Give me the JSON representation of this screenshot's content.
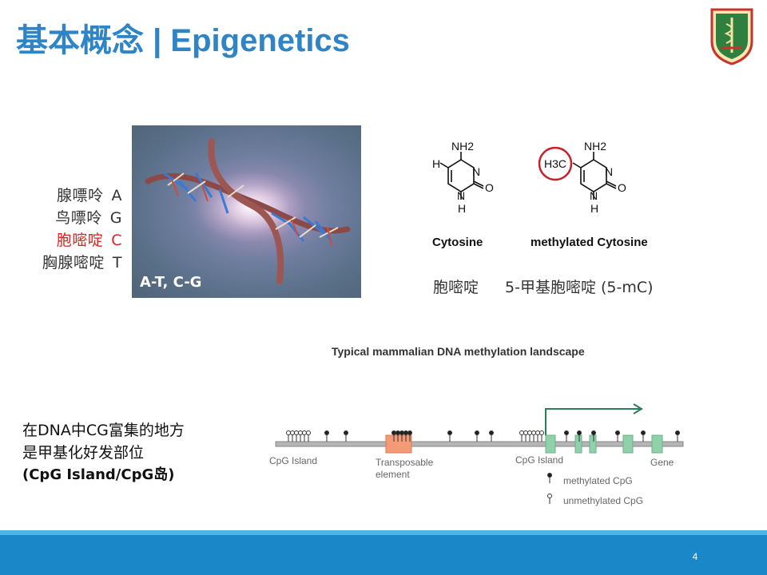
{
  "slide": {
    "title": "基本概念 | Epigenetics",
    "page_number": "4"
  },
  "dna_figure": {
    "caption": "A-T, C-G",
    "bases": [
      {
        "name": "腺嘌呤",
        "letter": "A",
        "color": "#333333"
      },
      {
        "name": "鸟嘌呤",
        "letter": "G",
        "color": "#333333"
      },
      {
        "name": "胞嘧啶",
        "letter": "C",
        "color": "#e0201d"
      },
      {
        "name": "胸腺嘧啶",
        "letter": "T",
        "color": "#333333"
      }
    ]
  },
  "chemistry": {
    "cytosine_label": "Cytosine",
    "methylated_label": "methylated Cytosine",
    "cytosine_cn": "胞嘧啶",
    "methylated_cn": "5-甲基胞嘧啶 (5-mC)",
    "nh2": "NH2",
    "n": "N",
    "o": "O",
    "h": "H",
    "h3c": "H3C"
  },
  "landscape": {
    "title": "Typical mammalian DNA methylation landscape",
    "cpg_island_1": "CpG Island",
    "transposable_1": "Transposable",
    "transposable_2": "element",
    "cpg_island_2": "CpG Island",
    "gene": "Gene",
    "legend_methylated": "methylated CpG",
    "legend_unmethylated": "unmethylated CpG",
    "colors": {
      "gene": "#8fd1a9",
      "transposable": "#f59a76"
    }
  },
  "cpg_text": {
    "line1": "在DNA中CG富集的地方",
    "line2": "是甲基化好发部位",
    "line3": "(CpG Island/CpG岛)"
  },
  "colors": {
    "title": "#2f84c6",
    "footer": "#1a87c9",
    "footer_stripe": "#4ab6e8"
  }
}
